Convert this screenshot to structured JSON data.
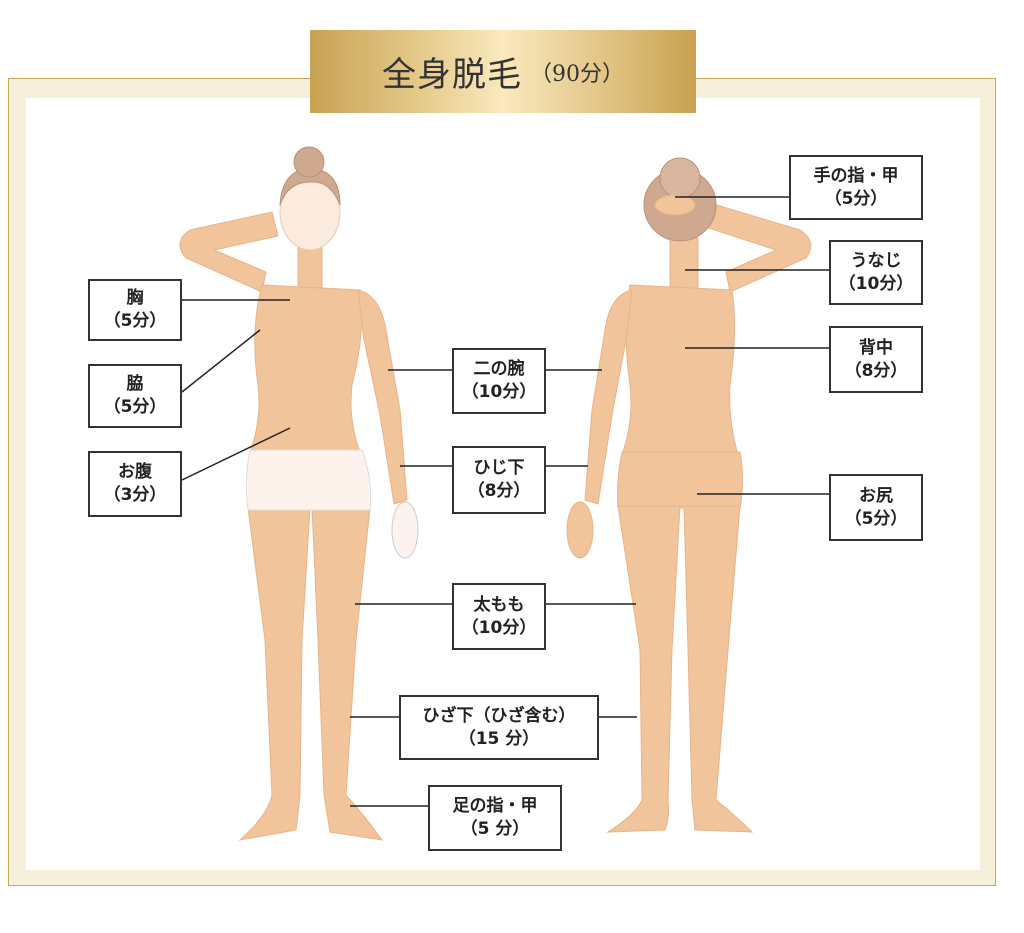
{
  "title": {
    "main": "全身脱毛",
    "sub": "（90分）"
  },
  "colors": {
    "gold": "#c9a55a",
    "skin": "#f1c49b",
    "hair": "#cfa98f"
  },
  "labels": {
    "chest": {
      "name": "胸",
      "time": "（5分）"
    },
    "armpit": {
      "name": "脇",
      "time": "（5分）"
    },
    "belly": {
      "name": "お腹",
      "time": "（3分）"
    },
    "upper_arm": {
      "name": "二の腕",
      "time": "（10分）"
    },
    "forearm": {
      "name": "ひじ下",
      "time": "（8分）"
    },
    "thigh": {
      "name": "太もも",
      "time": "（10分）"
    },
    "lower_leg": {
      "name": "ひざ下（ひざ含む）",
      "time": "（15 分）"
    },
    "toes": {
      "name": "足の指・甲",
      "time": "（5 分）"
    },
    "fingers": {
      "name": "手の指・甲",
      "time": "（5分）"
    },
    "nape": {
      "name": "うなじ",
      "time": "（10分）"
    },
    "back": {
      "name": "背中",
      "time": "（8分）"
    },
    "buttocks": {
      "name": "お尻",
      "time": "（5分）"
    }
  }
}
